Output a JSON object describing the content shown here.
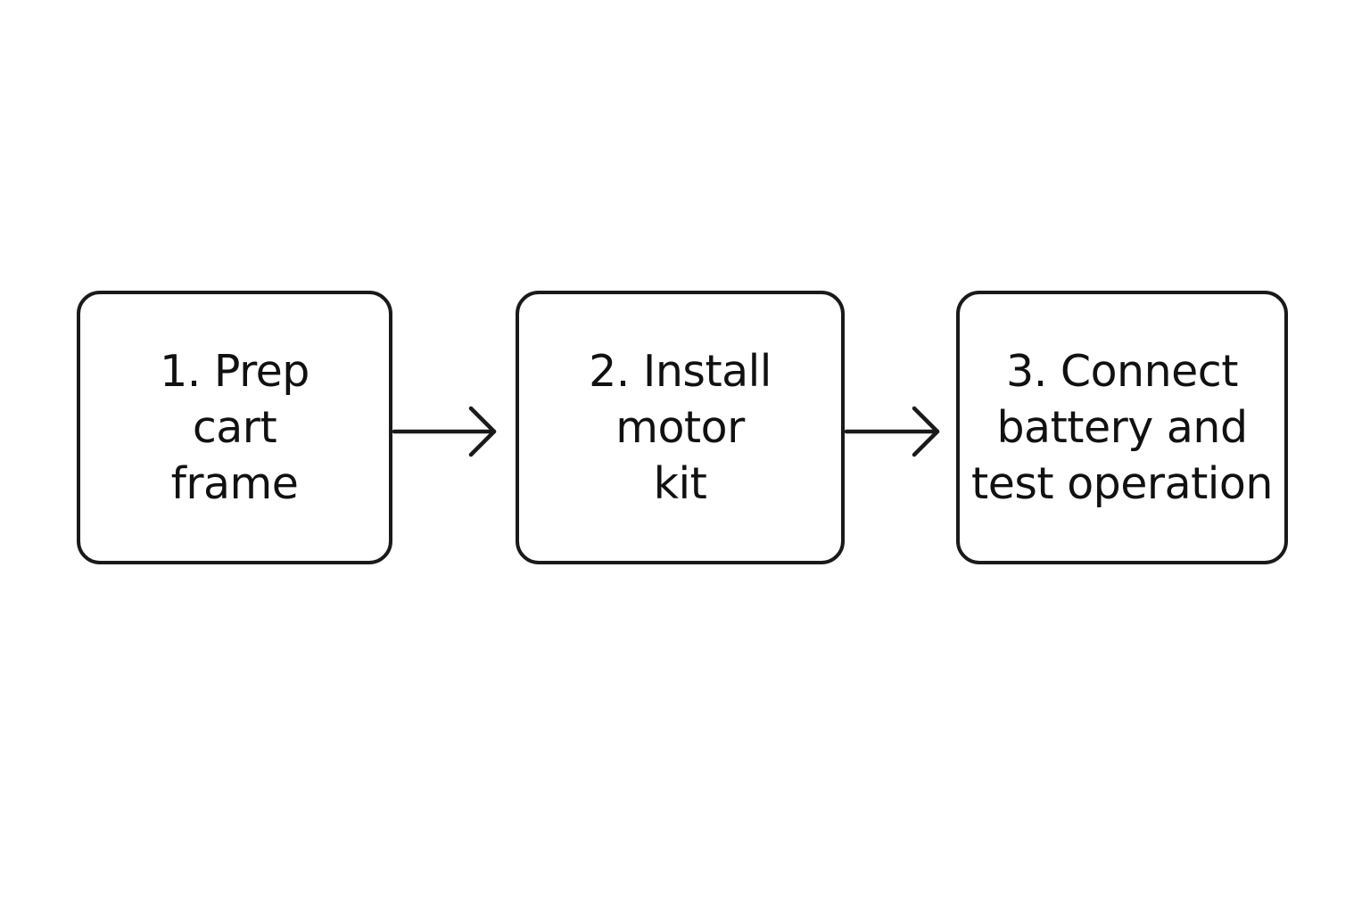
{
  "diagram": {
    "colors": {
      "stroke": "#1a1a1a",
      "text": "#111111",
      "background": "#ffffff"
    },
    "steps": [
      {
        "lines": [
          "1. Prep",
          "cart",
          "frame"
        ]
      },
      {
        "lines": [
          "2. Install",
          "motor",
          "kit"
        ]
      },
      {
        "lines": [
          "3. Connect",
          "battery and",
          "test operation"
        ]
      }
    ],
    "connectors": [
      {
        "from": 1,
        "to": 2,
        "icon": "arrow-right-icon"
      },
      {
        "from": 2,
        "to": 3,
        "icon": "arrow-right-icon"
      }
    ]
  }
}
